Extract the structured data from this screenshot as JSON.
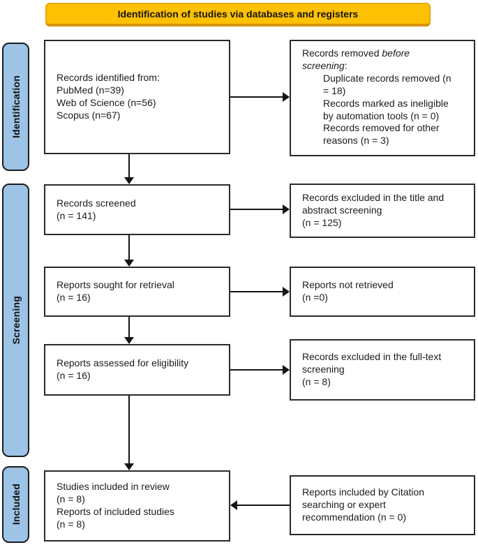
{
  "banner": {
    "label": "Identification of studies via databases and registers"
  },
  "sidebar": {
    "items": [
      {
        "label": "Identification"
      },
      {
        "label": "Screening"
      },
      {
        "label": "Included"
      }
    ]
  },
  "flow": {
    "identified": {
      "lines": [
        "Records identified from:",
        "PubMed (n=39)",
        "Web of Science (n=56)",
        "Scopus (n=67)"
      ]
    },
    "removed": {
      "line1_prefix": "Records removed ",
      "line1_italic": "before",
      "line2_italic": "screening",
      "line2_suffix": ":",
      "items": [
        {
          "lines": [
            "Duplicate records removed (n",
            "= 18)"
          ]
        },
        {
          "lines": [
            "Records marked as ineligible",
            "by automation tools (n = 0)"
          ]
        },
        {
          "lines": [
            "Records removed for other",
            "reasons (n = 3)"
          ]
        }
      ]
    },
    "screened": {
      "lines": [
        "Records screened",
        "(n = 141)"
      ]
    },
    "excluded_title_abstract": {
      "lines": [
        "Records excluded in the title and",
        "abstract screening",
        "(n = 125)"
      ]
    },
    "sought": {
      "lines": [
        "Reports sought for retrieval",
        "(n = 16)"
      ]
    },
    "not_retrieved": {
      "lines": [
        "Reports not retrieved",
        "(n =0)"
      ]
    },
    "assessed": {
      "lines": [
        "Reports assessed for eligibility",
        "(n = 16)"
      ]
    },
    "excluded_full_text": {
      "lines": [
        "Records excluded in the full-text",
        "screening",
        "(n = 8)"
      ]
    },
    "included": {
      "lines": [
        "Studies included in review",
        "(n = 8)",
        "Reports of included studies",
        "(n = 8)"
      ]
    },
    "citation": {
      "lines": [
        "Reports included by Citation",
        "searching or expert",
        "recommendation (n = 0)"
      ]
    }
  },
  "colors": {
    "banner_fill": "#FFC103",
    "banner_border": "#D89200",
    "stage_fill": "#9DC3E6",
    "box_border": "#2A2A2A",
    "ink": "#1B1B1B"
  }
}
